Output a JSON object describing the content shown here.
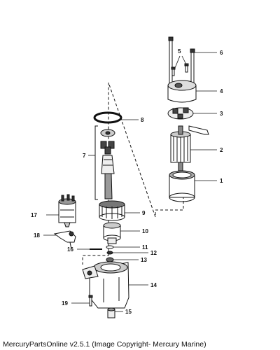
{
  "diagram": {
    "type": "exploded-parts-view",
    "callouts": [
      "1",
      "2",
      "3",
      "4",
      "5",
      "6",
      "7",
      "8",
      "9",
      "10",
      "11",
      "12",
      "13",
      "14",
      "15",
      "16",
      "17",
      "18",
      "19"
    ]
  },
  "caption": "MercuryPartsOnline v2.5.1 (Image Copyright- Mercury Marine)"
}
